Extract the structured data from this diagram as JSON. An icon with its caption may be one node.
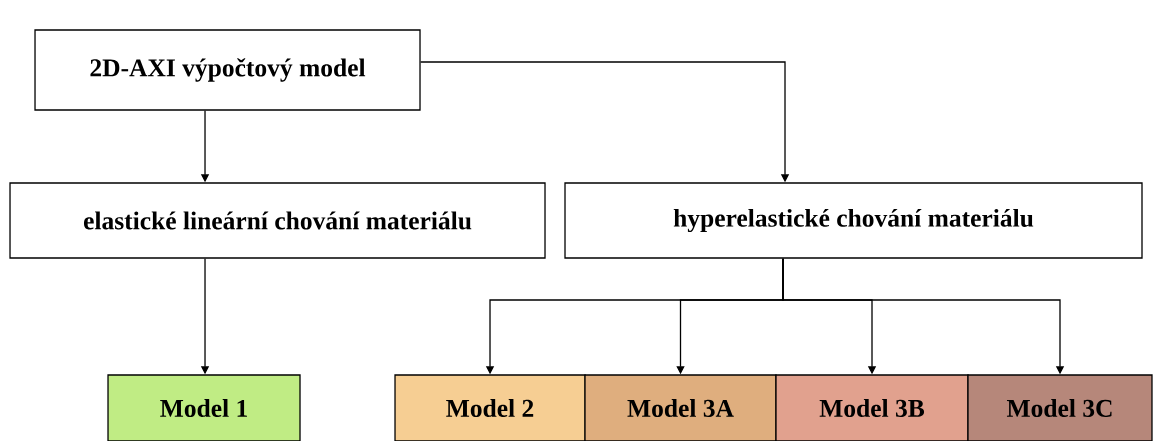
{
  "diagram": {
    "nodes": [
      {
        "text": [
          "2D-AXI výpočtový model"
        ]
      },
      {
        "text": [
          "elastické lineární chování materiálu"
        ]
      },
      {
        "text": [
          "hyperelastické chování materiálu"
        ]
      },
      {
        "text": [
          "Model 1"
        ]
      },
      {
        "text": [
          "Model 2"
        ]
      },
      {
        "text": [
          "Model 3A"
        ]
      },
      {
        "text": [
          "Model 3B"
        ]
      },
      {
        "text": [
          "Model 3C"
        ]
      }
    ],
    "edges": [
      {
        "from": 0,
        "to": 1,
        "arrow": "to"
      },
      {
        "from": 0,
        "to": 2,
        "arrow": "to"
      },
      {
        "from": 1,
        "to": 3,
        "arrow": "to"
      },
      {
        "from": 2,
        "to": 4,
        "arrow": "to"
      },
      {
        "from": 2,
        "to": 5,
        "arrow": "to"
      },
      {
        "from": 2,
        "to": 6,
        "arrow": "to"
      },
      {
        "from": 2,
        "to": 7,
        "arrow": "to"
      }
    ]
  }
}
